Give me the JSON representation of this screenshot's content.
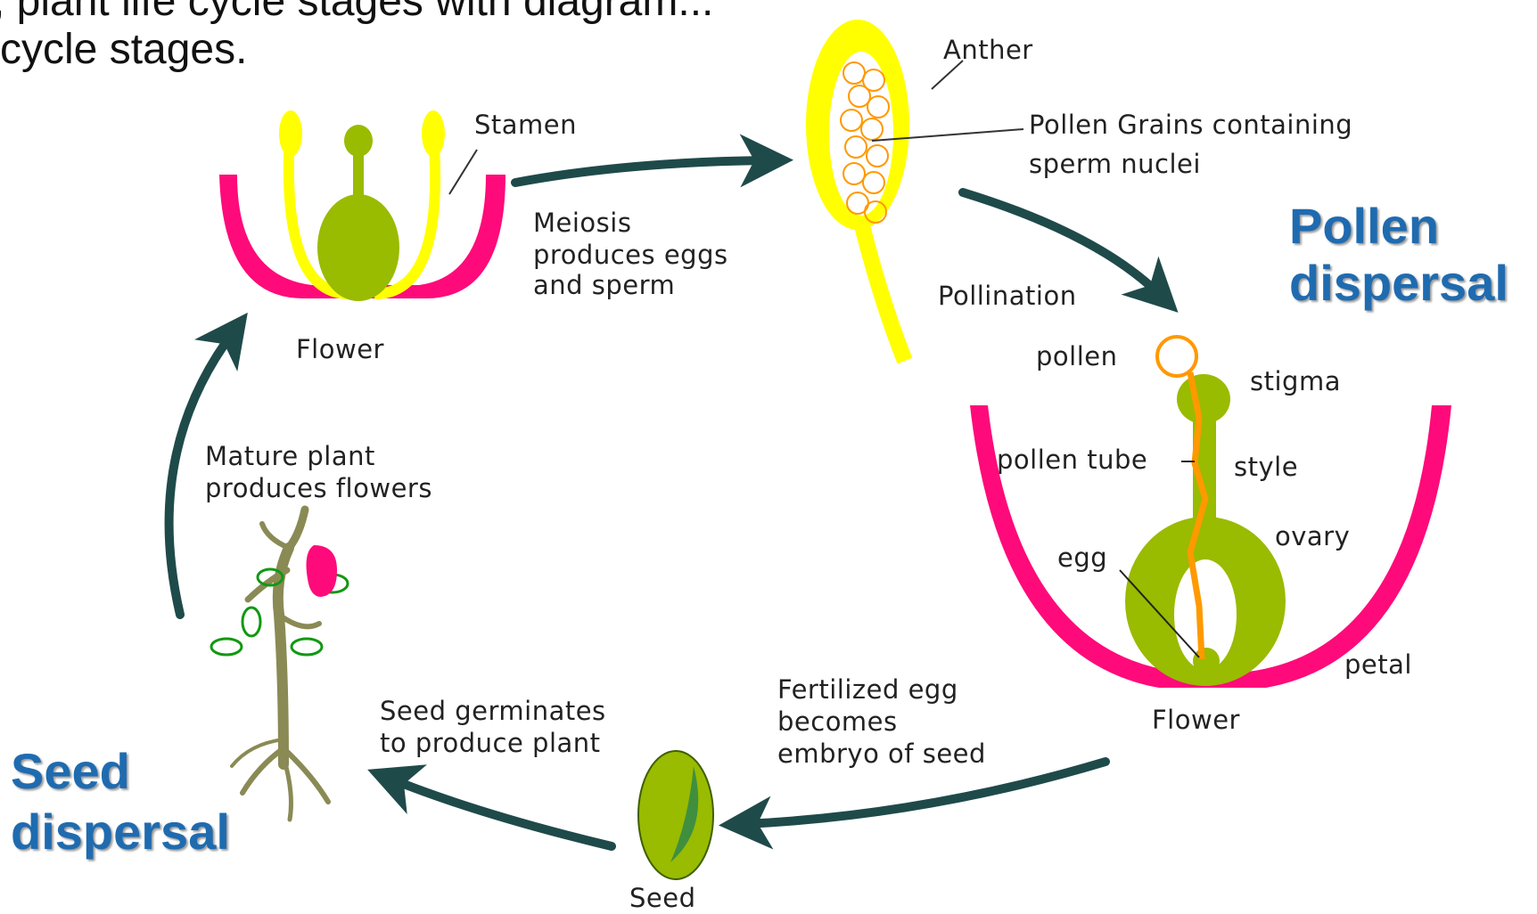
{
  "heading": {
    "line1": ", plant life cycle stages with diagram...",
    "line2": "cycle stages."
  },
  "colors": {
    "petal": "#ff0a7a",
    "stamen": "#ffff00",
    "pistil": "#99bb00",
    "pollen": "#ff9900",
    "arrow": "#1f4a4a",
    "leaf": "#119911",
    "stem": "#8a8a55",
    "accent": "#1f6bb0"
  },
  "flower1": {
    "stamen": "Stamen",
    "name": "Flower"
  },
  "anther": {
    "anther": "Anther",
    "grains_line1": "Pollen Grains containing",
    "grains_line2": "sperm nuclei"
  },
  "flower2": {
    "pollen": "pollen",
    "stigma": "stigma",
    "pollen_tube": "pollen tube",
    "style": "style",
    "ovary": "ovary",
    "egg": "egg",
    "petal": "petal",
    "name": "Flower"
  },
  "seed": {
    "name": "Seed"
  },
  "steps": {
    "meiosis": [
      "Meiosis",
      "produces eggs",
      "and sperm"
    ],
    "pollination": "Pollination",
    "fertilized": [
      "Fertilized egg",
      "becomes",
      "embryo of seed"
    ],
    "germinates": [
      "Seed germinates",
      "to produce plant"
    ],
    "mature": [
      "Mature plant",
      "produces flowers"
    ]
  },
  "highlights": {
    "pollen_dispersal": [
      "Pollen",
      "dispersal"
    ],
    "seed_dispersal": [
      "Seed",
      "dispersal"
    ]
  }
}
